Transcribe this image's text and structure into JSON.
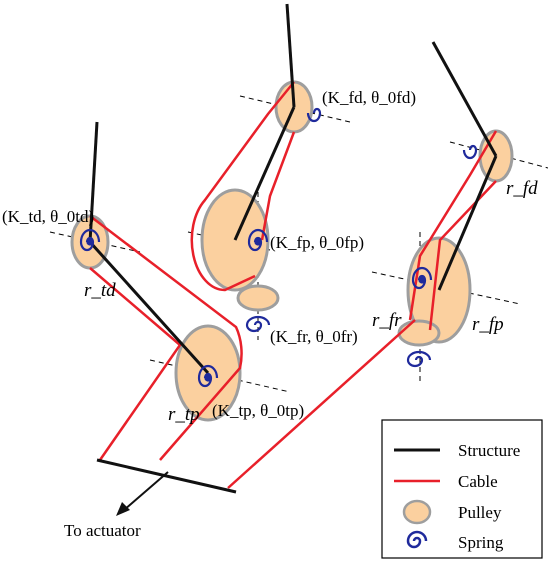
{
  "labels": {
    "kfd": "(K_fd, θ_0fd)",
    "kfp": "(K_fp, θ_0fp)",
    "kfr": "(K_fr, θ_0fr)",
    "ktd": "(K_td, θ_0td)",
    "ktp": "(K_tp, θ_0tp)",
    "rtd": "r_td",
    "rtp": "r_tp",
    "rfd": "r_fd",
    "rfp": "r_fp",
    "rfr": "r_fr",
    "to_actuator": "To actuator"
  },
  "legend": {
    "structure": "Structure",
    "cable": "Cable",
    "pulley": "Pulley",
    "spring": "Spring"
  },
  "colors": {
    "structure": "#111111",
    "cable": "#e8202a",
    "pulley_fill": "#fbd09f",
    "pulley_stroke": "#9e9e9e",
    "spring": "#1f2a9c"
  }
}
